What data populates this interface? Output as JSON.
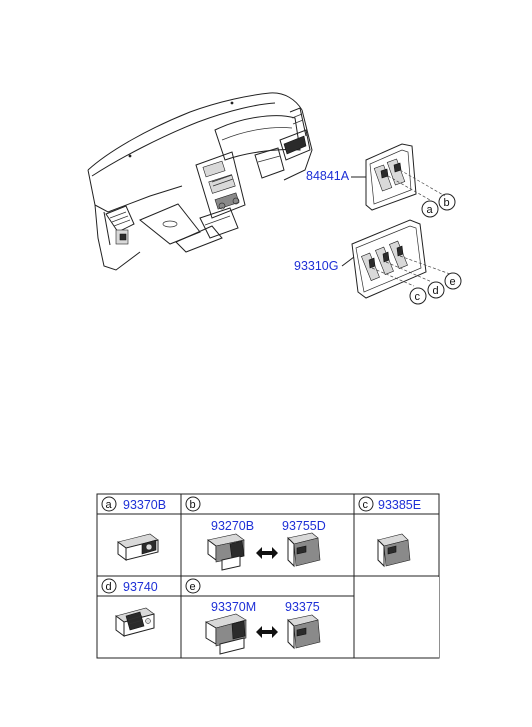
{
  "main_diagram": {
    "callouts": [
      {
        "id": "bezel-upper",
        "part_number": "84841A",
        "letters": [
          "a",
          "b"
        ]
      },
      {
        "id": "bezel-lower",
        "part_number": "93310G",
        "letters": [
          "c",
          "d",
          "e"
        ]
      }
    ]
  },
  "parts_table": {
    "cells": [
      {
        "letter": "a",
        "parts": [
          "93370B"
        ]
      },
      {
        "letter": "b",
        "parts": [
          "93270B",
          "93755D"
        ]
      },
      {
        "letter": "c",
        "parts": [
          "93385E"
        ]
      },
      {
        "letter": "d",
        "parts": [
          "93740"
        ]
      },
      {
        "letter": "e",
        "parts": [
          "93370M",
          "93375"
        ]
      }
    ],
    "arrow_icon": "double-arrow-icon"
  }
}
